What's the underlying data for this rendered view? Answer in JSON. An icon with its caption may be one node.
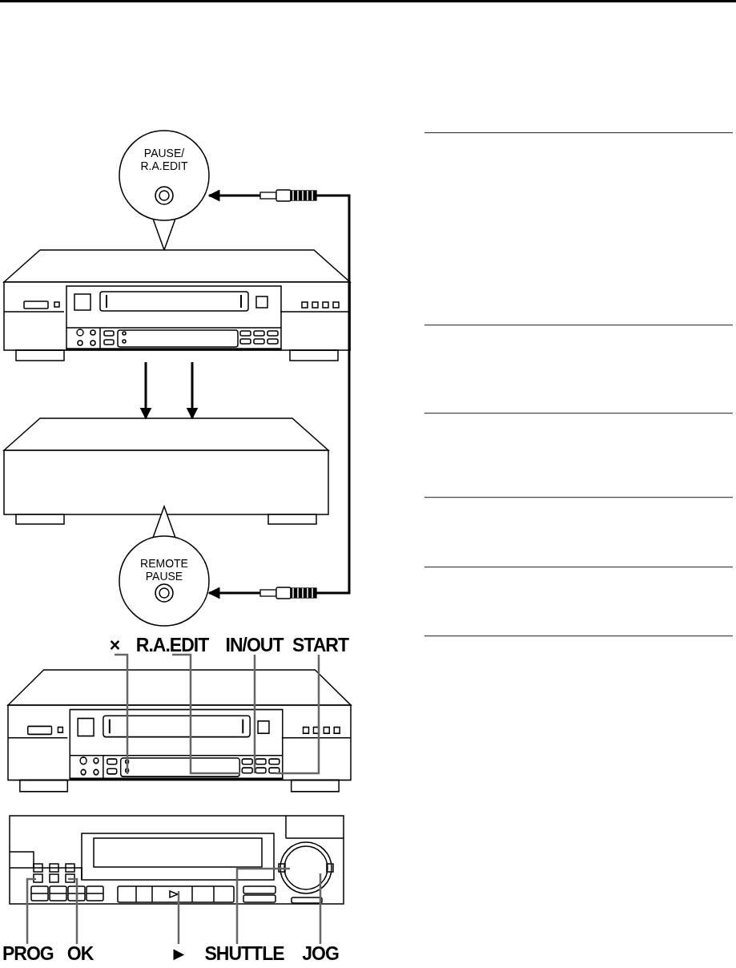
{
  "diagram": {
    "nodes": [
      {
        "text": [
          "PAUSE/ R.A.EDIT"
        ]
      },
      {
        "text": [],
        "shape": "box"
      },
      {
        "text": [],
        "shape": "box"
      },
      {
        "text": [
          "REMOTE PAUSE"
        ]
      },
      {
        "text": [
          "×"
        ]
      },
      {
        "text": [
          "R.A.EDIT"
        ]
      },
      {
        "text": [
          "IN/OUT"
        ]
      },
      {
        "text": [
          "START"
        ]
      },
      {
        "text": [],
        "shape": "box"
      },
      {
        "text": [],
        "shape": "box"
      },
      {
        "text": [
          "PROG"
        ]
      },
      {
        "text": [
          "OK"
        ]
      },
      {
        "text": [
          "►"
        ]
      },
      {
        "text": [
          "SHUTTLE"
        ]
      },
      {
        "text": [
          "JOG"
        ]
      }
    ],
    "edges": [
      {
        "from": 0,
        "to": 3,
        "arrow": "both",
        "color": "#000000"
      },
      {
        "from": 1,
        "to": 2,
        "arrow": "to",
        "color": "#000000"
      },
      {
        "from": 1,
        "to": 2,
        "arrow": "to",
        "color": "#000000"
      },
      {
        "from": 4,
        "to": 8,
        "arrow": "none"
      },
      {
        "from": 5,
        "to": 8,
        "arrow": "none"
      },
      {
        "from": 6,
        "to": 8,
        "arrow": "none"
      },
      {
        "from": 7,
        "to": 8,
        "arrow": "none"
      },
      {
        "from": 10,
        "to": 9,
        "arrow": "none"
      },
      {
        "from": 11,
        "to": 9,
        "arrow": "none"
      },
      {
        "from": 12,
        "to": 9,
        "arrow": "none"
      },
      {
        "from": 13,
        "to": 9,
        "arrow": "none"
      },
      {
        "from": 14,
        "to": 9,
        "arrow": "none"
      }
    ]
  }
}
